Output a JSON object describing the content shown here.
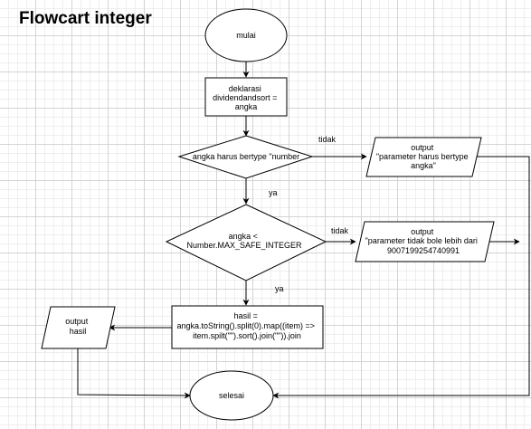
{
  "title": "Flowcart integer",
  "nodes": {
    "start": "mulai",
    "declare": [
      "deklarasi",
      "dividendandsort =",
      "angka"
    ],
    "check_type": "angka harus bertype \"number",
    "out_type": [
      "output",
      "\"parameter harus bertype",
      "angka\""
    ],
    "check_max": [
      "angka <",
      "Number.MAX_SAFE_INTEGER"
    ],
    "out_max": [
      "output",
      "\"parameter tidak bole lebih dari",
      "9007199254740991"
    ],
    "process": [
      "hasil =",
      "angka.toString().split(0).map((item) =>",
      "item.spilt(\"\").sort().join(\"\")).join"
    ],
    "out_result": [
      "output",
      "hasil"
    ],
    "end": "selesai"
  },
  "edge_labels": {
    "type_no": "tidak",
    "type_yes": "ya",
    "max_no": "tidak",
    "max_yes": "ya"
  }
}
